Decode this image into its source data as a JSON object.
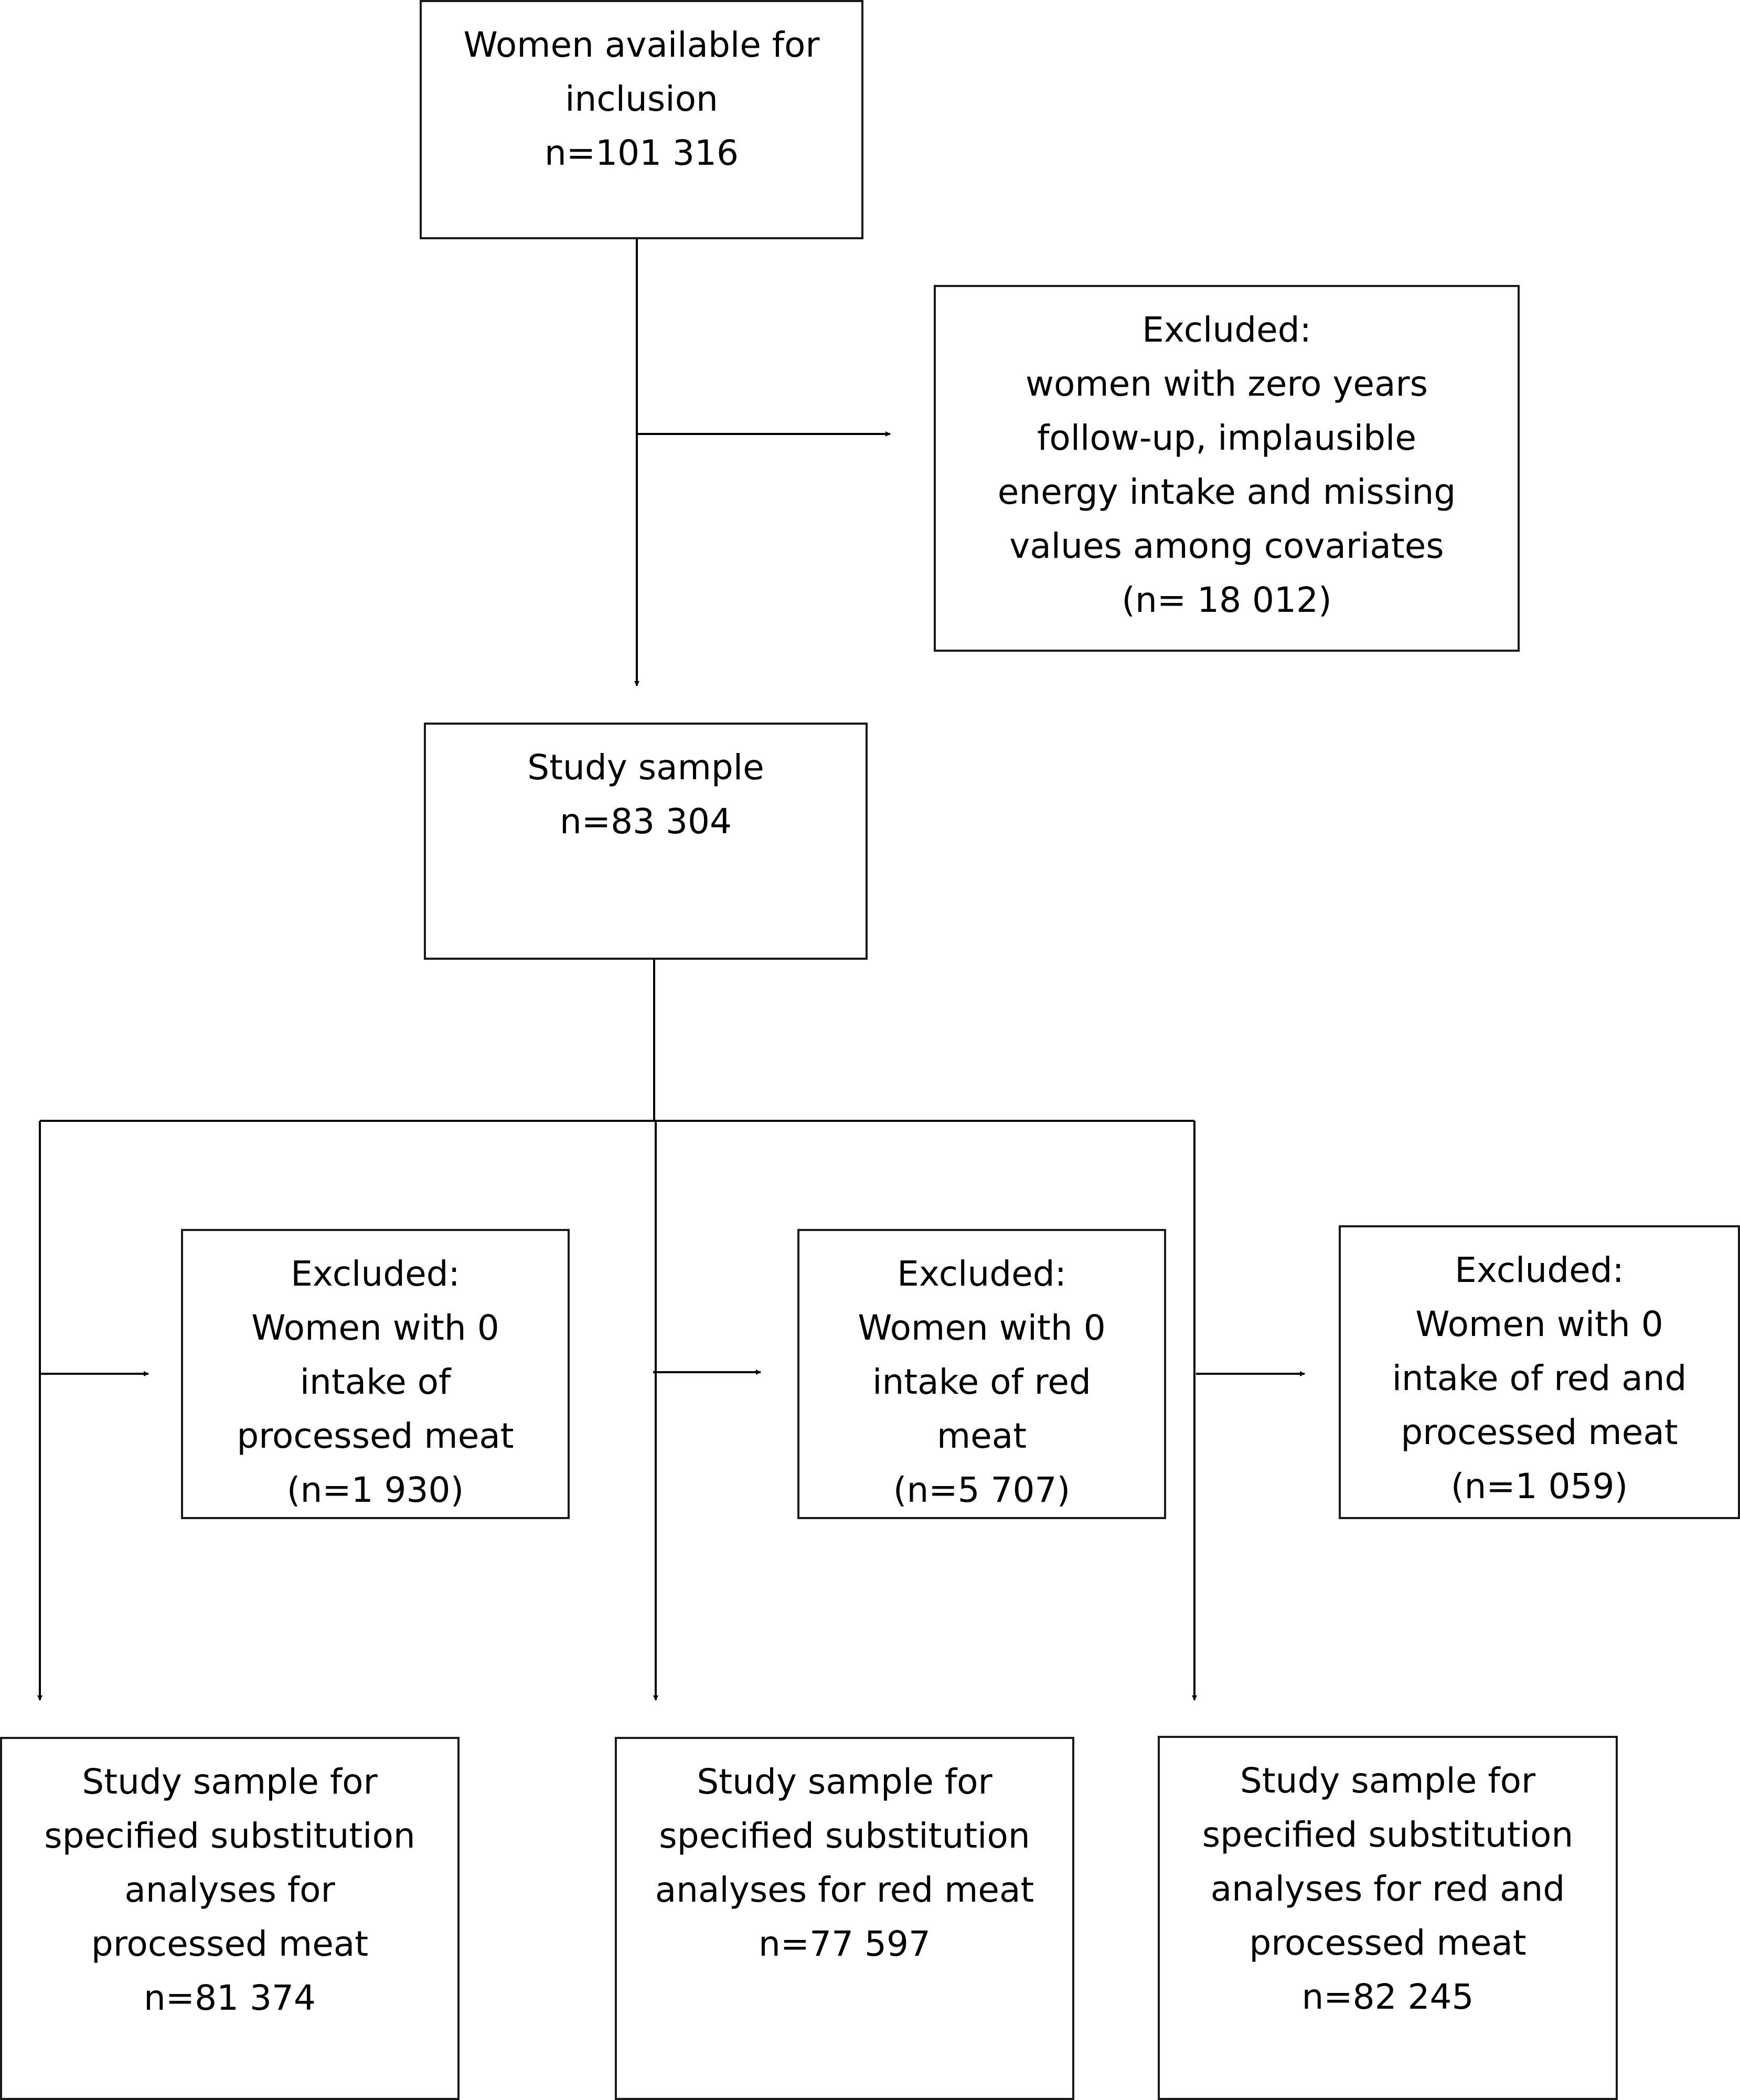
{
  "flowchart": {
    "inclusion": {
      "lines": [
        "Women available for",
        "inclusion",
        "n=101 316"
      ]
    },
    "exclusion_initial": {
      "lines": [
        "Excluded:",
        "women with zero years",
        "follow-up, implausible",
        "energy intake and missing",
        "values among covariates",
        "(n= 18 012)"
      ]
    },
    "study_sample": {
      "lines": [
        "Study sample",
        "n=83 304"
      ]
    },
    "exclusion_processed": {
      "lines": [
        "Excluded:",
        "Women with 0",
        "intake of",
        "processed meat",
        "(n=1 930)"
      ]
    },
    "exclusion_red": {
      "lines": [
        "Excluded:",
        "Women with 0",
        "intake of red",
        "meat",
        "(n=5 707)"
      ]
    },
    "exclusion_red_processed": {
      "lines": [
        "Excluded:",
        "Women with 0",
        "intake of red and",
        "processed meat",
        "(n=1 059)"
      ]
    },
    "sample_processed": {
      "lines": [
        "Study sample for",
        "specified substitution",
        "analyses for",
        "processed meat",
        "n=81 374"
      ]
    },
    "sample_red": {
      "lines": [
        "Study sample for",
        "specified substitution",
        "analyses for red meat",
        "n=77 597"
      ]
    },
    "sample_red_processed": {
      "lines": [
        "Study sample for",
        "specified substitution",
        "analyses for red and",
        "processed meat",
        "n=82 245"
      ]
    }
  }
}
